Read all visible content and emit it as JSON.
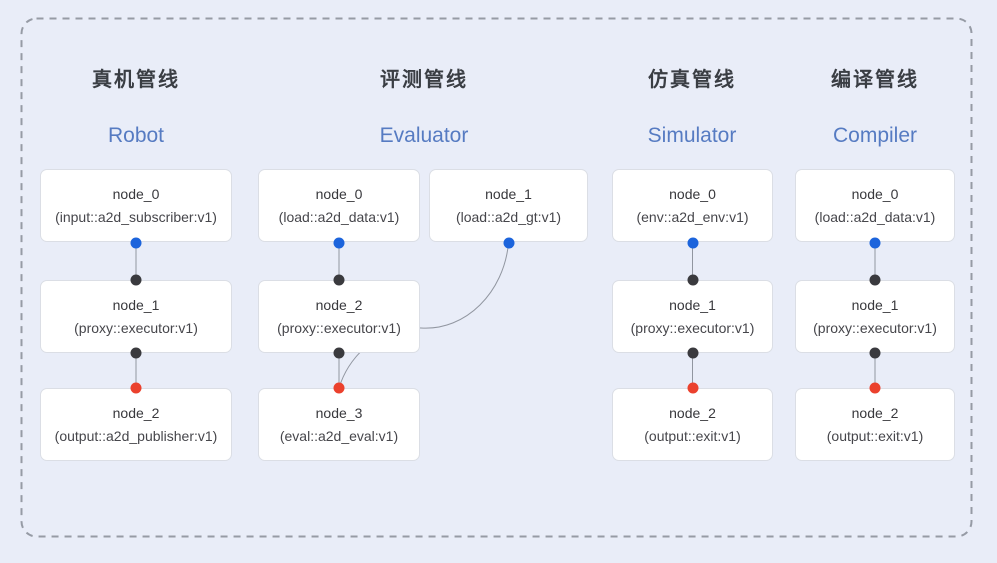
{
  "pipelines": [
    {
      "title_zh": "真机管线",
      "title_en": "Robot",
      "nodes": [
        {
          "name": "node_0",
          "spec": "(input::a2d_subscriber:v1)"
        },
        {
          "name": "node_1",
          "spec": "(proxy::executor:v1)"
        },
        {
          "name": "node_2",
          "spec": "(output::a2d_publisher:v1)"
        }
      ]
    },
    {
      "title_zh": "评测管线",
      "title_en": "Evaluator",
      "nodes": [
        {
          "name": "node_0",
          "spec": "(load::a2d_data:v1)"
        },
        {
          "name": "node_1",
          "spec": "(load::a2d_gt:v1)"
        },
        {
          "name": "node_2",
          "spec": "(proxy::executor:v1)"
        },
        {
          "name": "node_3",
          "spec": "(eval::a2d_eval:v1)"
        }
      ]
    },
    {
      "title_zh": "仿真管线",
      "title_en": "Simulator",
      "nodes": [
        {
          "name": "node_0",
          "spec": "(env::a2d_env:v1)"
        },
        {
          "name": "node_1",
          "spec": "(proxy::executor:v1)"
        },
        {
          "name": "node_2",
          "spec": "(output::exit:v1)"
        }
      ]
    },
    {
      "title_zh": "编译管线",
      "title_en": "Compiler",
      "nodes": [
        {
          "name": "node_0",
          "spec": "(load::a2d_data:v1)"
        },
        {
          "name": "node_1",
          "spec": "(proxy::executor:v1)"
        },
        {
          "name": "node_2",
          "spec": "(output::exit:v1)"
        }
      ]
    }
  ],
  "colors": {
    "background": "#e9edf8",
    "dashed_border": "#969ba5",
    "node_background": "#ffffff",
    "node_border": "#dbdee5",
    "edge_line": "#9196a0",
    "port_blue": "#1c64dc",
    "port_black": "#3a3a3e",
    "port_red": "#eb412d",
    "title_zh_color": "#3a3e44",
    "title_en_color": "#567bc2"
  }
}
